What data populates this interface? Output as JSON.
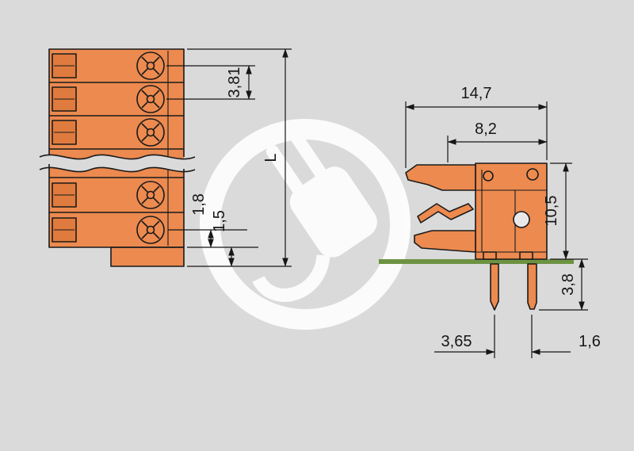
{
  "colors": {
    "background": "#dadada",
    "connector_orange": "#ec8a4f",
    "connector_orange_dark": "#df7b3e",
    "hole_gray": "#e9e9e9",
    "outline": "#1a1a1a",
    "pcb_green": "#6d9342",
    "watermark_white": "#ffffff"
  },
  "front_view": {
    "dim_pitch": "3,81",
    "dim_1_8": "1,8",
    "dim_1_5": "1,5",
    "dim_length": "L"
  },
  "side_view": {
    "dim_width": "14,7",
    "dim_8_2": "8,2",
    "dim_height": "10,5",
    "dim_pin_length": "3,8",
    "dim_3_65": "3,65",
    "dim_pin_width": "1,6"
  }
}
